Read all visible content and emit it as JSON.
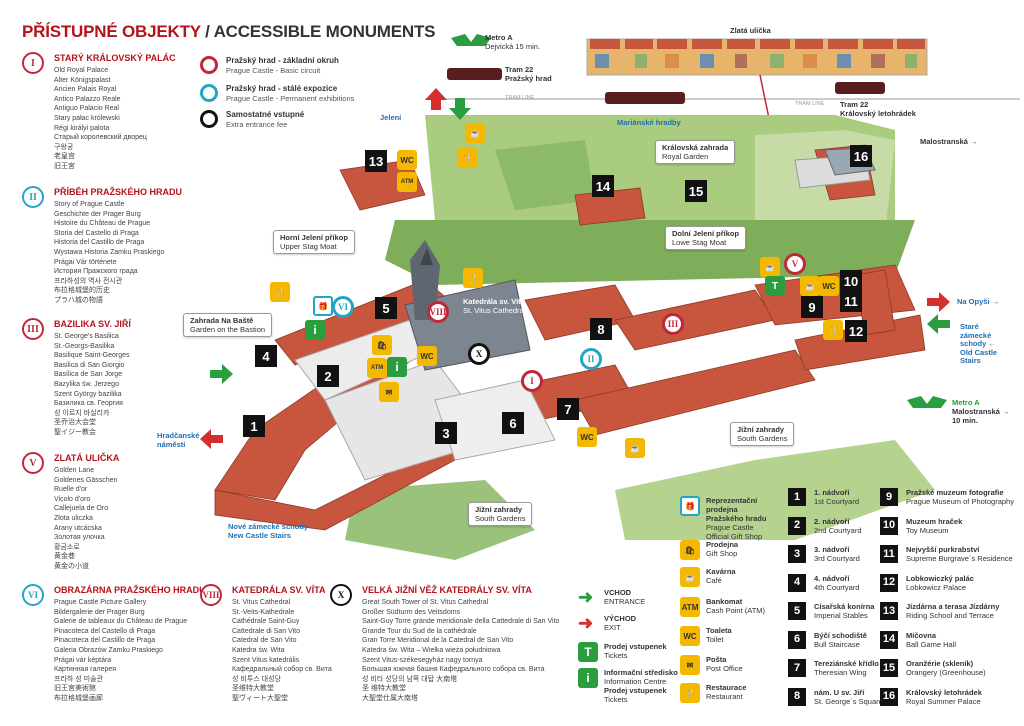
{
  "title": {
    "cz": "PŘÍSTUPNÉ OBJEKTY",
    "sep": " / ",
    "en": "ACCESSIBLE MONUMENTS"
  },
  "monuments": [
    {
      "badge": "I",
      "color": "red",
      "head": "STARÝ KRÁLOVSKÝ PALÁC",
      "names": [
        "Old Royal Palace",
        "Alter Königspalast",
        "Ancien Palais Royal",
        "Antico Palazzo Reale",
        "Antiguo Palacio Real",
        "Stary pałac królewski",
        "Régi királyi palota",
        "Старый королевский дворец",
        "구왕궁",
        "老皇宫",
        "旧王宮"
      ]
    },
    {
      "badge": "II",
      "color": "cyan",
      "head": "PŘÍBĚH PRAŽSKÉHO HRADU",
      "names": [
        "Story of Prague Castle",
        "Geschichte der Prager Burg",
        "Histoire du Château de Prague",
        "Storia del Castello di Praga",
        "Historia del Castillo de Praga",
        "Wystawa Historia Zamku Praskiego",
        "Prágai Vár története",
        "История Пражского града",
        "프라하성의 역사 전시관",
        "布拉格城堡的历史",
        "プラハ城の物語"
      ]
    },
    {
      "badge": "III",
      "color": "red",
      "head": "BAZILIKA SV. JIŘÍ",
      "names": [
        "St. George's Basilica",
        "St.-Georgs-Basilika",
        "Basilique Saint-Georges",
        "Basilica di San Giorgio",
        "Basílica de San Jorge",
        "Bazylika św. Jerzego",
        "Szent György bazilika",
        "Базилика св. Георгия",
        "성 이르지 바실리카",
        "圣乔治大会堂",
        "聖イジー教会"
      ]
    },
    {
      "badge": "V",
      "color": "red",
      "head": "ZLATÁ ULIČKA",
      "names": [
        "Golden Lane",
        "Goldenes Gässchen",
        "Ruelle d'or",
        "Vicolo d'oro",
        "Callejuela de Oro",
        "Złota uliczka",
        "Arany utcácska",
        "Золотая улочка",
        "황금소로",
        "黄金巷",
        "黄金の小道"
      ]
    }
  ],
  "bottom_monuments": [
    {
      "badge": "VI",
      "color": "cyan",
      "head": "OBRAZÁRNA PRAŽSKÉHO HRADU",
      "names": [
        "Prague Castle Picture Gallery",
        "Bildergalerie der Prager Burg",
        "Galerie de tableaux du Château de Prague",
        "Pinacoteca del Castello di Praga",
        "Pinacoteca del Castillo de Praga",
        "Galeria Obrazów Zamku Praskiego",
        "Prágai vár képtára",
        "Картинная галерея",
        "프라하 성 미술관",
        "旧王宮美術館",
        "布拉格城堡画廊"
      ]
    },
    {
      "badge": "VIII",
      "color": "red",
      "head": "KATEDRÁLA SV. VÍTA",
      "names": [
        "St. Vitus Cathedral",
        "St.-Veits-Kathedrale",
        "Cathédrale Saint-Guy",
        "Cattedrale di San Vito",
        "Catedral de San Vito",
        "Katedra św. Wita",
        "Szent Vitus katedrális",
        "Кафедральный собор св. Вита",
        "성 비투스 대성당",
        "圣维特大教堂",
        "聖ヴィート大聖堂"
      ]
    },
    {
      "badge": "X",
      "color": "black",
      "head": "VELKÁ JIŽNÍ VĚŽ KATEDRÁLY SV. VÍTA",
      "names": [
        "Great South Tower of St. Vitus Cathedral",
        "Großer Südturm des Veitsdoms",
        "Saint-Guy Torre grande meridionale della Cattedrale di San Vito",
        "Grande Tour du Sud de la cathédrale",
        "Gran Torre Meridional de la Catedral de San Vito",
        "Katedra św. Wita – Wielka wieża południowa",
        "Szent Vitus-székesegyház nagy tornya",
        "Большая южная башня Кафедрального собора св. Вита",
        "성 비타 성당의 남쪽 대탑 大南塔",
        "圣 维特大教堂",
        "大聖堂仕属大南塔"
      ]
    }
  ],
  "circuits": [
    {
      "color": "red",
      "t1": "Pražský hrad - základní okruh",
      "t2": "Prague Castle - Basic circuit"
    },
    {
      "color": "cyan",
      "t1": "Pražský hrad - stálé expozice",
      "t2": "Prague Castle - Permanent exhibitions"
    },
    {
      "color": "black",
      "t1": "Samostatné vstupné",
      "t2": "Extra entrance fee"
    }
  ],
  "map": {
    "metro_top": {
      "line": "Metro A",
      "dest": "Dejvická 15 min."
    },
    "tram_top": {
      "line": "Tram 22",
      "stop": "Pražský hrad"
    },
    "tram_line": "TRAM LINE",
    "tram_line2": "TRAM LINE",
    "zlata_ulicka": "Zlatá ulička",
    "tram_right": {
      "line": "Tram 22",
      "stop": "Královský letohrádek"
    },
    "jeleni": "Jelení",
    "marianske": "Mariánské hradby",
    "malostranska": "Malostranská",
    "kral_zahrada": {
      "cz": "Královská zahrada",
      "en": "Royal Garden"
    },
    "horni_prikop": {
      "cz": "Horní Jelení příkop",
      "en": "Upper Stag Moat"
    },
    "dolni_prikop": {
      "cz": "Dolní Jelení příkop",
      "en": "Lowe Stag Moat"
    },
    "zahrada_bastion": {
      "cz": "Zahrada Na Baště",
      "en": "Garden on the Bastion"
    },
    "katedrala": {
      "cz": "Katedrála sv. Víta",
      "en": "St. Vitus Cathedral"
    },
    "na_opysi": "Na Opyši",
    "stare_schody": [
      "Staré",
      "zámecké",
      "schody",
      "Old Castle",
      "Stairs"
    ],
    "metro_bottom": {
      "line": "Metro A",
      "dest": "Malostranská",
      "time": "10 min."
    },
    "hradcanske": [
      "Hradčanské",
      "náměstí"
    ],
    "jizni_zahrady": {
      "cz": "Jižní zahrady",
      "en": "South Gardens"
    },
    "jizni_zahrady2": {
      "cz": "Jižní zahrady",
      "en": "South Gardens"
    },
    "nove_schody": [
      "Nové zámecké schody",
      "New Castle Stairs"
    ],
    "wc": "WC",
    "atm": "ATM",
    "t": "T",
    "i": "i"
  },
  "services": [
    {
      "icon": "gift",
      "cz": "Reprezentační prodejna Pražského hradu",
      "lines": [
        "Reprezentační",
        "prodejna",
        "Pražského hradu"
      ],
      "en": [
        "Prague Castle",
        "Official Gift Shop"
      ]
    },
    {
      "icon": "shop",
      "lines": [
        "Prodejna"
      ],
      "en": [
        "Gift Shop"
      ]
    },
    {
      "icon": "cafe",
      "lines": [
        "Kavárna"
      ],
      "en": [
        "Café"
      ]
    },
    {
      "icon": "ATM",
      "lines": [
        "Bankomat"
      ],
      "en": [
        "Cash Point (ATM)"
      ]
    },
    {
      "icon": "WC",
      "lines": [
        "Toaleta"
      ],
      "en": [
        "Toilet"
      ]
    },
    {
      "icon": "post",
      "lines": [
        "Pošta"
      ],
      "en": [
        "Post Office"
      ]
    },
    {
      "icon": "rest",
      "lines": [
        "Restaurace"
      ],
      "en": [
        "Restaurant"
      ]
    }
  ],
  "entrances": [
    {
      "icon": "green-arrow",
      "cz": "VCHOD",
      "en": "ENTRANCE"
    },
    {
      "icon": "red-arrow",
      "cz": "VÝCHOD",
      "en": "EXIT"
    },
    {
      "icon": "T",
      "cz": "Prodej vstupenek",
      "en": "Tickets"
    },
    {
      "icon": "i",
      "cz": "Informační středisko",
      "en": "Information Centre",
      "cz2": "Prodej vstupenek",
      "en2": "Tickets"
    }
  ],
  "places": [
    {
      "n": "1",
      "cz": "1. nádvoří",
      "en": "1st Courtyard"
    },
    {
      "n": "2",
      "cz": "2. nádvoří",
      "en": "2nd Courtyard"
    },
    {
      "n": "3",
      "cz": "3. nádvoří",
      "en": "3rd Courtyard"
    },
    {
      "n": "4",
      "cz": "4. nádvoří",
      "en": "4th Courtyard"
    },
    {
      "n": "5",
      "cz": "Císařská konírna",
      "en": "Imperial Stables"
    },
    {
      "n": "6",
      "cz": "Býčí schodiště",
      "en": "Bull Staircase"
    },
    {
      "n": "7",
      "cz": "Tereziánské křídlo",
      "en": "Theresian Wing"
    },
    {
      "n": "8",
      "cz": "nám. U sv. Jiří",
      "en": "St. George´s Square"
    },
    {
      "n": "9",
      "cz": "Pražské muzeum fotografie",
      "en": "Prague Museum of Photography"
    },
    {
      "n": "10",
      "cz": "Muzeum hraček",
      "en": "Toy Museum"
    },
    {
      "n": "11",
      "cz": "Nejvyšší purkrabství",
      "en": "Supreme Burgrave´s Residence"
    },
    {
      "n": "12",
      "cz": "Lobkowiczký palác",
      "en": "Lobkowicz Palace"
    },
    {
      "n": "13",
      "cz": "Jízdárna a terasa Jízdárny",
      "en": "Riding School and Terrace"
    },
    {
      "n": "14",
      "cz": "Míčovna",
      "en": "Ball Game Hall"
    },
    {
      "n": "15",
      "cz": "Oranžérie (skleník)",
      "en": "Orangery (Greenhouse)"
    },
    {
      "n": "16",
      "cz": "Královský letohrádek",
      "en": "Royal Summer Palace"
    }
  ],
  "colors": {
    "red": "#c0283a",
    "cyan": "#23a6c6",
    "roof": "#c8553d",
    "green": "#2a9d3e",
    "yellow": "#f5b800",
    "blue": "#1f6fb5"
  }
}
